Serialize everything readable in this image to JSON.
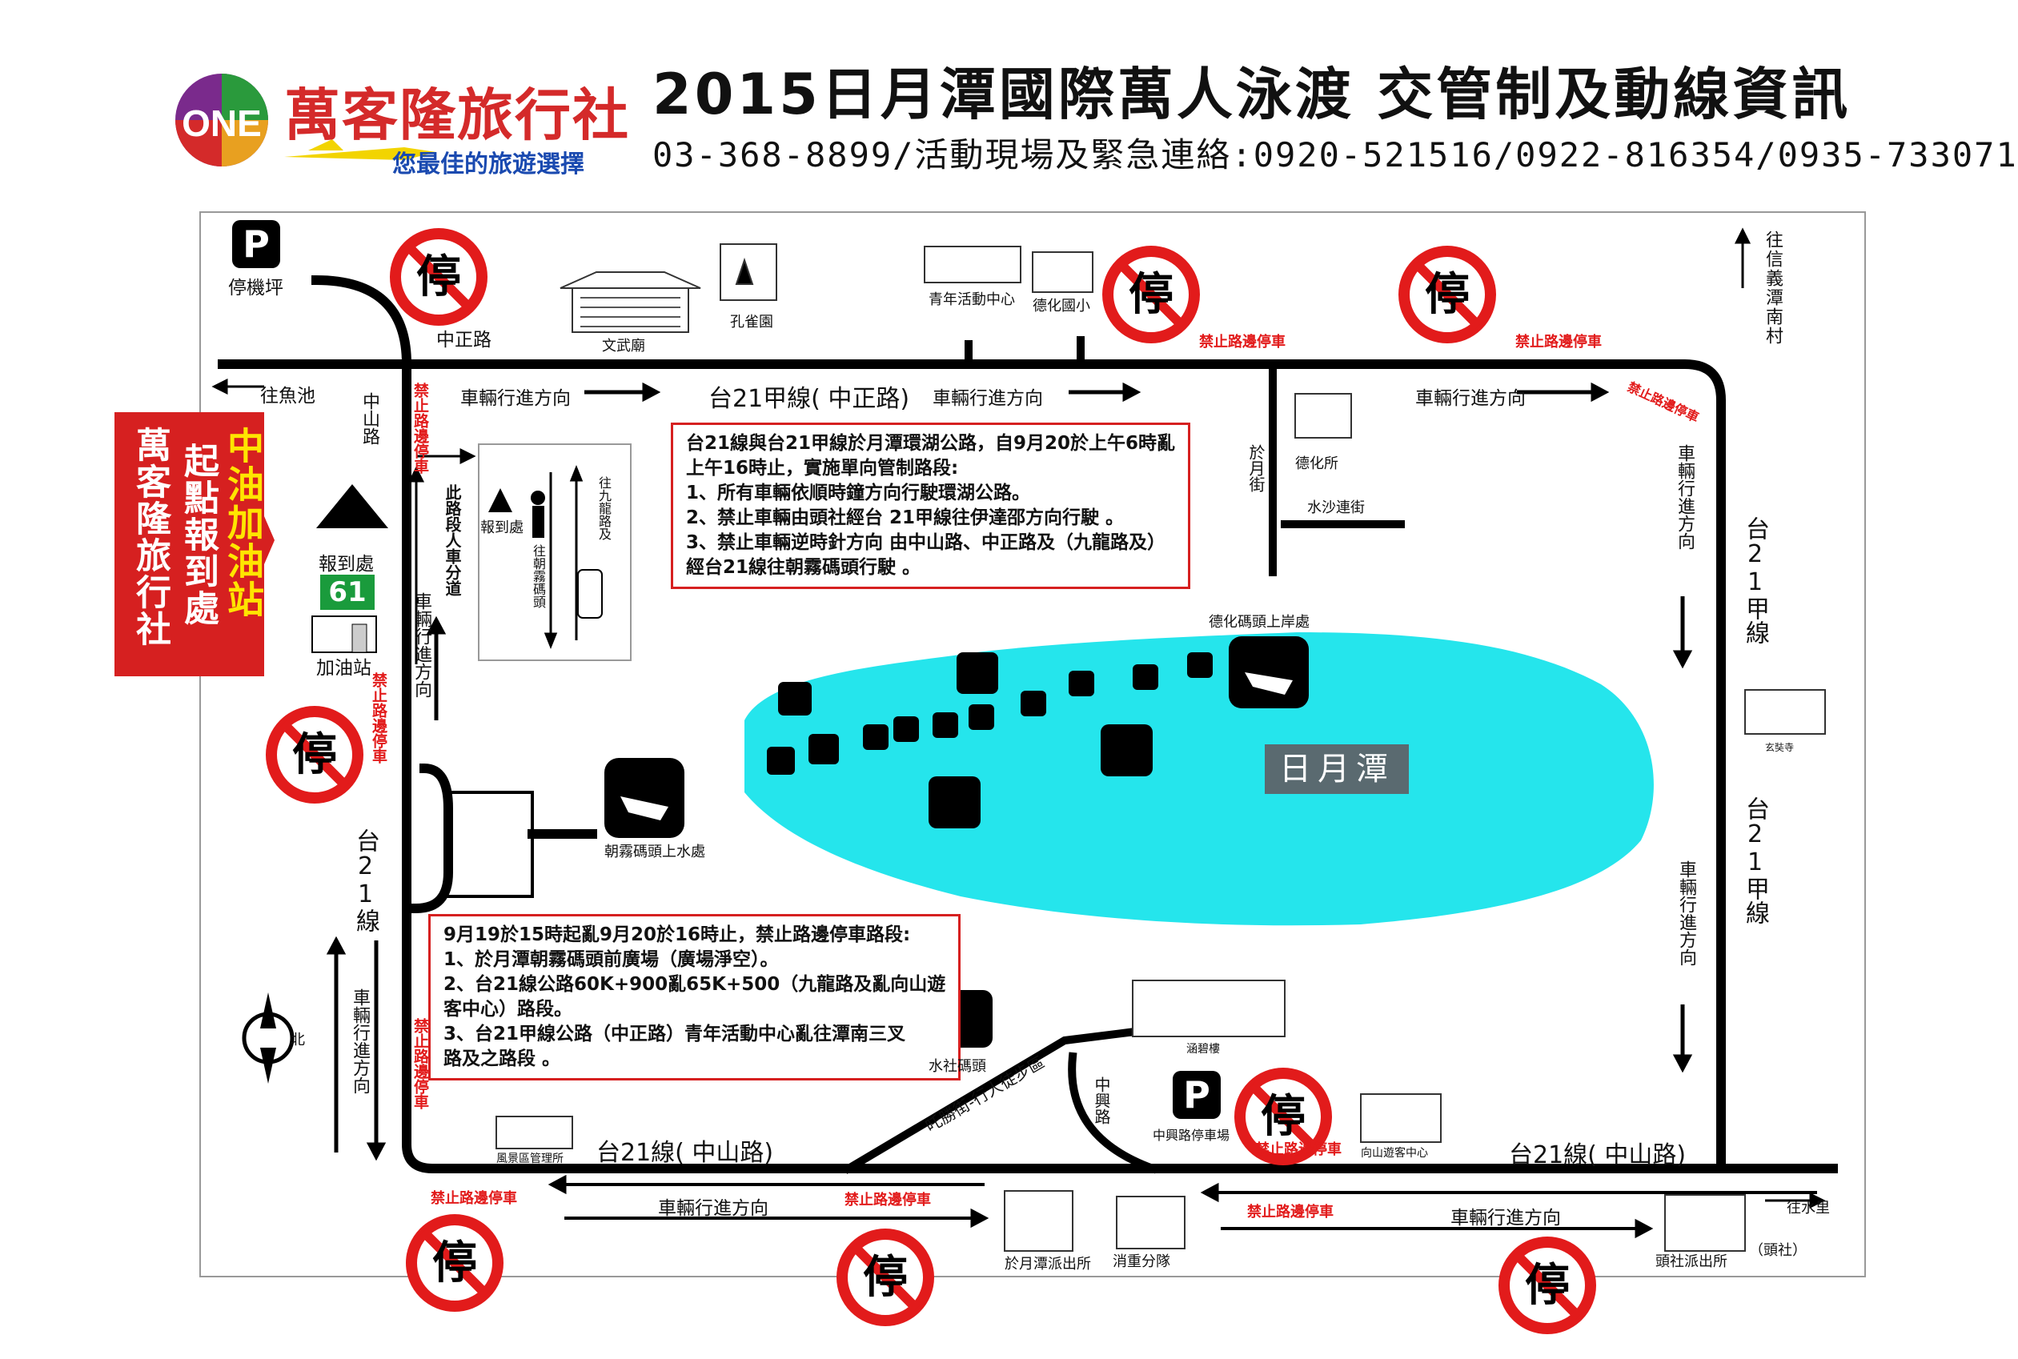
{
  "header": {
    "logo_text": "萬客隆旅行社",
    "logo_mark": "ONE",
    "slogan": "您最佳的旅遊選擇",
    "title": "2015日月潭國際萬人泳渡 交管制及動線資訊",
    "phone": "03-368-8899/活動現場及緊急連絡:0920-521516/0922-816354/0935-733071"
  },
  "agency": {
    "station": "中油加油站",
    "checkpoint": "起點報到處",
    "name": "萬客隆旅行社",
    "station_number": "61"
  },
  "places": {
    "parking_lot": "停機坪",
    "zhongzheng_rd": "中正路",
    "wenwu_temple": "文武廟",
    "peacock_garden": "孔雀園",
    "youth_center": "青年活動中心",
    "dehua_school": "德化國小",
    "to_yuchi": "往魚池",
    "zhongshan_rd": "中山路",
    "checkin": "報到處",
    "checkin_small": "報到處",
    "gas_station": "加油站",
    "to_xinyi": "往信義潭南村",
    "dehua_office": "德化所",
    "yuyue_st": "於月街",
    "shuisha_st": "水沙連街",
    "dehua_pier": "德化碼頭上岸處",
    "lake_name": "日月潭",
    "zhaowu_pier": "朝霧碼頭上水處",
    "shuishe_pier": "水社碼頭",
    "xuanzang_temple": "玄奘寺",
    "hanbi_lou": "涵碧樓",
    "zhongxing_rd": "中興路",
    "zhongxing_parking": "中興路停車場",
    "scenic_office": "風景區管理所",
    "xiangshan_center": "向山遊客中心",
    "fishing_st": "吒勝街-行人徒步區",
    "police_station": "於月潭派出所",
    "fire_brigade": "消重分隊",
    "toushe_police": "頭社派出所",
    "toushe": "（頭社）",
    "to_shuili": "往水里",
    "north": "北",
    "compass_n": "N",
    "parking_symbol": "P"
  },
  "roads": {
    "tai21_jia_top": "台21甲線( 中正路)",
    "tai21_left": "台21線",
    "tai21_bottom_left": "台21線( 中山路)",
    "tai21_bottom_right": "台21線( 中山路)",
    "tai21_jia_right_a": "台21甲線",
    "tai21_jia_right_b": "台21甲線",
    "direction": "車輛行進方向",
    "separation": "此路段人車分道",
    "to_zhaowu": "往朝霧碼頭",
    "to_jiulong": "往九龍路及"
  },
  "no_parking": "禁止路邊停車",
  "stop_sign": "停",
  "notice1": {
    "lines": [
      "台21線與台21甲線於月潭環湖公路，自9月20於上午6時亂",
      "上午16時止，實施單向管制路段:",
      "1、所有車輛依順時鐘方向行駛環湖公路。",
      "2、禁止車輛由頭社經台  21甲線往伊達邵方向行駛   。",
      "3、禁止車輛逆時針方向 由中山路、中正路及（九龍路及）",
      "     經台21線往朝霧碼頭行駛   。"
    ]
  },
  "notice2": {
    "lines": [
      "9月19於15時起亂9月20於16時止，禁止路邊停車路段:",
      "1、於月潭朝霧碼頭前廣場（廣場淨空）。",
      "2、台21線公路60K+900亂65K+500（九龍路及亂向山遊",
      "     客中心）路段。",
      "3、台21甲線公路（中正路）青年活動中心亂往潭南三叉",
      "     路及之路段   。"
    ]
  },
  "colors": {
    "lake": "#25e5ec",
    "road": "#000000",
    "alert_red": "#e21b1b",
    "banner_red": "#d62020",
    "banner_yellow": "#ffe500",
    "lake_label": "#5a6a70"
  }
}
